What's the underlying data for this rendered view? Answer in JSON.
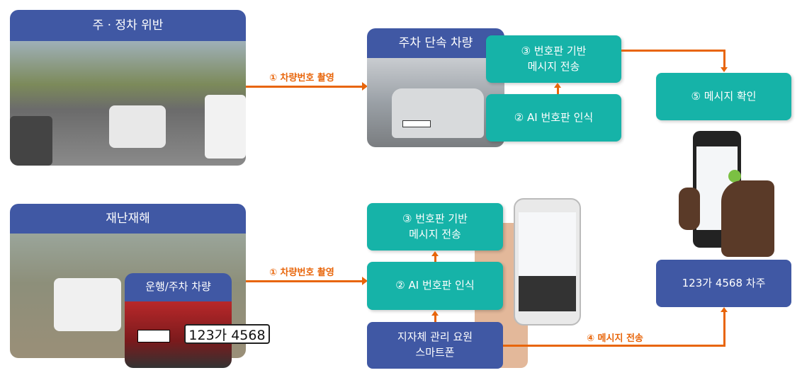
{
  "top_left": {
    "title": "주 · 정차 위반"
  },
  "bottom_left": {
    "title": "재난재해",
    "vehicle_label": "운행/주차 차량",
    "plate": "123가 4568"
  },
  "arrows": {
    "capture_top": "① 차량번호 촬영",
    "capture_bottom": "① 차량번호 촬영",
    "send_message": "④ 메시지 전송"
  },
  "enforcement": {
    "title": "주차 단속 차량",
    "step3_line1": "③ 번호판 기반",
    "step3_line2": "메시지 전송",
    "step2": "② AI 번호판 인식"
  },
  "smartphone_flow": {
    "step3_line1": "③ 번호판 기반",
    "step3_line2": "메시지 전송",
    "step2": "② AI 번호판 인식",
    "source_line1": "지자체 관리 요원",
    "source_line2": "스마트폰"
  },
  "right": {
    "step5": "⑤ 메시지 확인",
    "owner": "123가 4568 차주"
  },
  "colors": {
    "navy": "#4058a4",
    "teal": "#16b3a8",
    "orange": "#e8650a"
  }
}
